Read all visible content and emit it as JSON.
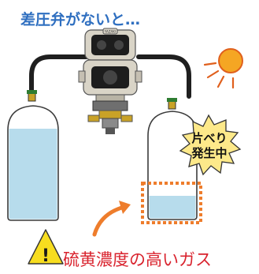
{
  "title": "差圧弁がないと…",
  "badge": {
    "line1": "片べり",
    "line2": "発生中"
  },
  "warning": {
    "text": "硫黄濃度の高いガス",
    "symbol": "!"
  },
  "colors": {
    "title": "#2f6fc0",
    "warning_text": "#d9232e",
    "gas": "#b7dcec",
    "highlight_box": "#ee7d2c",
    "sun": "#f08a2a",
    "badge_fill": "#fde98a",
    "warning_triangle": "#f7dd1f"
  }
}
